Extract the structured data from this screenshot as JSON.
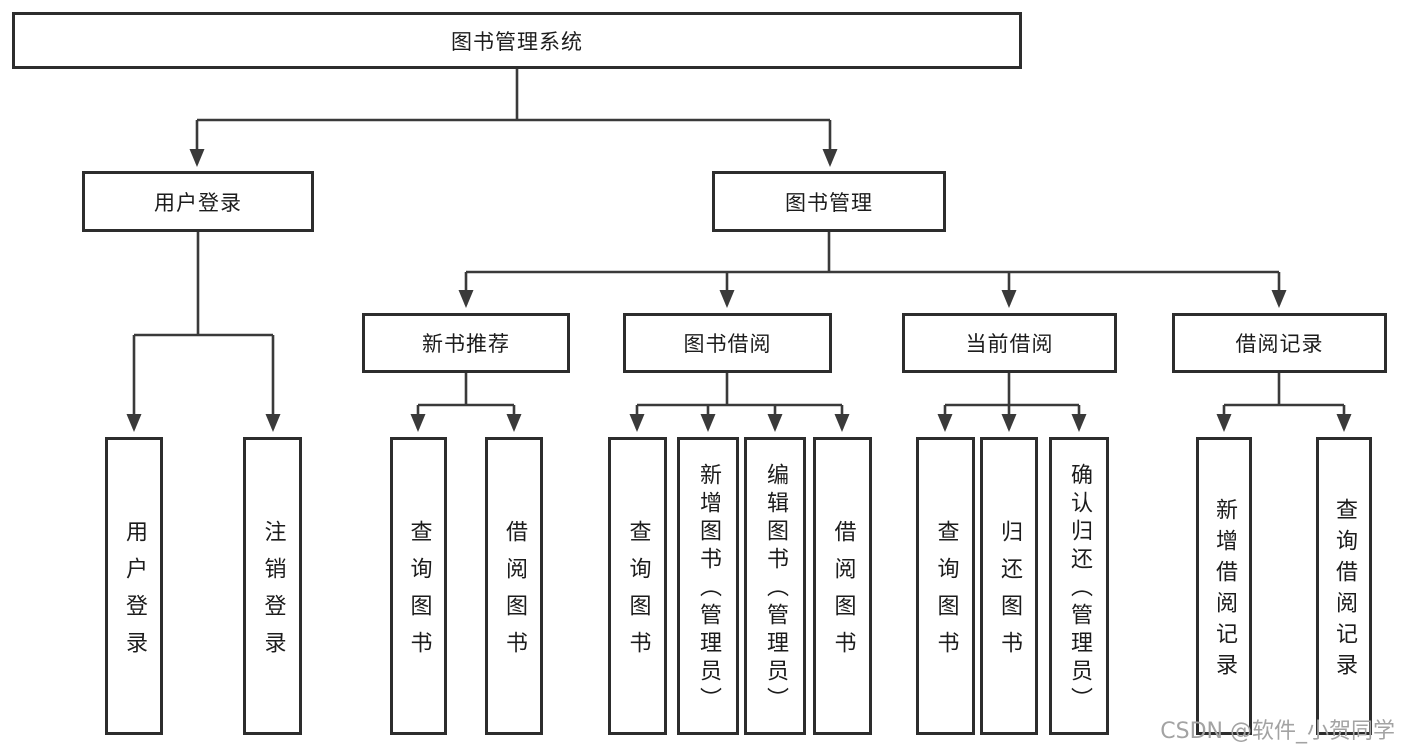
{
  "tree": {
    "label": "图书管理系统",
    "children": [
      {
        "label": "用户登录",
        "children": [
          {
            "label": "用户登录"
          },
          {
            "label": "注销登录"
          }
        ]
      },
      {
        "label": "图书管理",
        "children": [
          {
            "label": "新书推荐",
            "children": [
              {
                "label": "查询图书"
              },
              {
                "label": "借阅图书"
              }
            ]
          },
          {
            "label": "图书借阅",
            "children": [
              {
                "label": "查询图书"
              },
              {
                "label": "新增图书（管理员）"
              },
              {
                "label": "编辑图书（管理员）"
              },
              {
                "label": "借阅图书"
              }
            ]
          },
          {
            "label": "当前借阅",
            "children": [
              {
                "label": "查询图书"
              },
              {
                "label": "归还图书"
              },
              {
                "label": "确认归还（管理员）"
              }
            ]
          },
          {
            "label": "借阅记录",
            "children": [
              {
                "label": "新增借阅记录"
              },
              {
                "label": "查询借阅记录"
              }
            ]
          }
        ]
      }
    ]
  },
  "watermark": {
    "text": "CSDN @软件_小贺同学"
  },
  "colors": {
    "background": "#ffffff",
    "box_border": "#2d2d2d",
    "connector_line": "#3a3a3a",
    "text": "#1c1c1c",
    "watermark": "#a3a3a3"
  }
}
